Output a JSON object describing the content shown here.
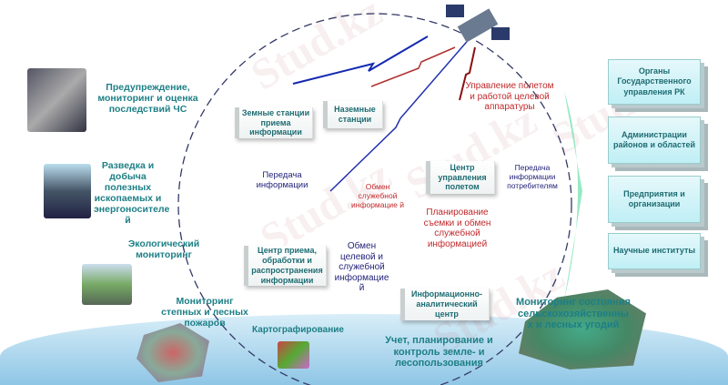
{
  "watermark": "Stud.kz",
  "left": {
    "emergency": "Предупреждение, мониторинг и оценка последствий ЧС",
    "mining": "Разведка и добыча полезных ископаемых и энергоносителе й",
    "ecology": "Экологический мониторинг",
    "fires": "Мониторинг степных и лесных пожаров",
    "cartography": "Картографирование"
  },
  "bottom": {
    "land": "Учет, планирование  и контроль земле- и лесопользования",
    "agri": "Мониторинг состояния сельскохозяйственны х и лесных угодий"
  },
  "center": {
    "earth_stations": "Земные станции приема информации",
    "ground_stations": "Наземные станции",
    "flight_control_label": "Управление полетом и работой целевой аппаратуры",
    "flight_center": "Центр управления полетом",
    "transfer_consumers": "Передача информации потребителям",
    "transfer": "Передача информации",
    "service_exchange": "Обмен служебной информацие й",
    "planning": "Планирование съемки и обмен служебной информацией",
    "reception_center": "Центр приема, обработки и распространения информации",
    "target_exchange": "Обмен целевой и служебной информацие й",
    "analytic_center": "Информационно-аналитический центр"
  },
  "consumers": [
    "Органы Государственного управления РК",
    "Администрации районов и областей",
    "Предприятия и организации",
    "Научные институты"
  ]
}
